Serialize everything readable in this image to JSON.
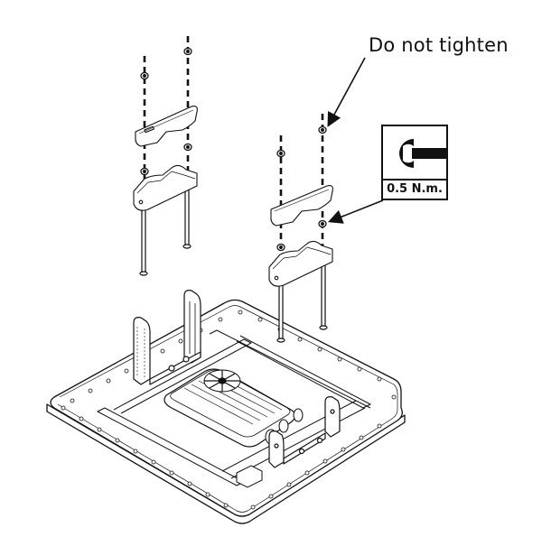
{
  "diagram": {
    "type": "exploded-assembly-drawing",
    "callouts": {
      "do_not_tighten": "Do not tighten",
      "torque_value": "0.5 N.m.",
      "torque_icon": "wrench-icon"
    },
    "parts": [
      "mounting-plate",
      "center-device",
      "left-bracket-upper",
      "left-bracket-lower",
      "right-bracket-upper",
      "right-bracket-lower",
      "long-bolts",
      "nuts",
      "plate-side-brackets"
    ],
    "colors": {
      "line": "#111111",
      "background": "#ffffff"
    }
  }
}
